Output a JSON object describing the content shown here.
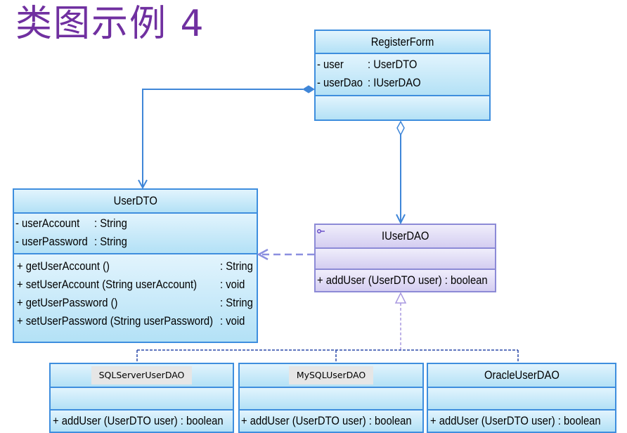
{
  "title": "类图示例 4",
  "colors": {
    "title": "#7030A0",
    "class_border": "#3E8EDE",
    "class_fill_top": "#E2F4FD",
    "class_fill_bottom": "#B3E1F6",
    "interface_border": "#8C8AD6",
    "interface_fill_top": "#F0EEFB",
    "interface_fill_bottom": "#D4CDF1",
    "interface_icon": "#5B3FC4",
    "association_line": "#3F86D8",
    "dependency_line": "#8B8FE0",
    "realization_line": "#A898E0",
    "realization_branch": "#2B4AA8",
    "name_label_background": "#E6E6E6"
  },
  "classes": {
    "register_form": {
      "name": "RegisterForm",
      "attributes": [
        {
          "name": "- user",
          "type": ": UserDTO"
        },
        {
          "name": "- userDao",
          "type": ": IUserDAO"
        }
      ],
      "operations": []
    },
    "user_dto": {
      "name": "UserDTO",
      "attributes": [
        {
          "name": "- userAccount",
          "type": ": String"
        },
        {
          "name": "- userPassword",
          "type": ": String"
        }
      ],
      "operations": [
        {
          "signature": "+ getUserAccount ()",
          "return_type": ": String"
        },
        {
          "signature": "+ setUserAccount (String userAccount)",
          "return_type": ": void"
        },
        {
          "signature": "+ getUserPassword ()",
          "return_type": ": String"
        },
        {
          "signature": "+ setUserPassword (String userPassword)",
          "return_type": ": void"
        }
      ]
    },
    "iuser_dao": {
      "name": "IUserDAO",
      "icon": "interface-icon",
      "attributes": [],
      "operations": [
        {
          "signature": "+ addUser (UserDTO user) : boolean"
        }
      ]
    },
    "sqlserver_user_dao": {
      "name": "SQLServerUserDAO",
      "attributes": [],
      "operations": [
        {
          "signature": "+ addUser (UserDTO user) : boolean"
        }
      ]
    },
    "mysql_user_dao": {
      "name": "MySQLUserDAO",
      "attributes": [],
      "operations": [
        {
          "signature": "+ addUser (UserDTO user) : boolean"
        }
      ]
    },
    "oracle_user_dao": {
      "name": "OracleUserDAO",
      "attributes": [],
      "operations": [
        {
          "signature": "+ addUser (UserDTO user) : boolean"
        }
      ]
    }
  }
}
